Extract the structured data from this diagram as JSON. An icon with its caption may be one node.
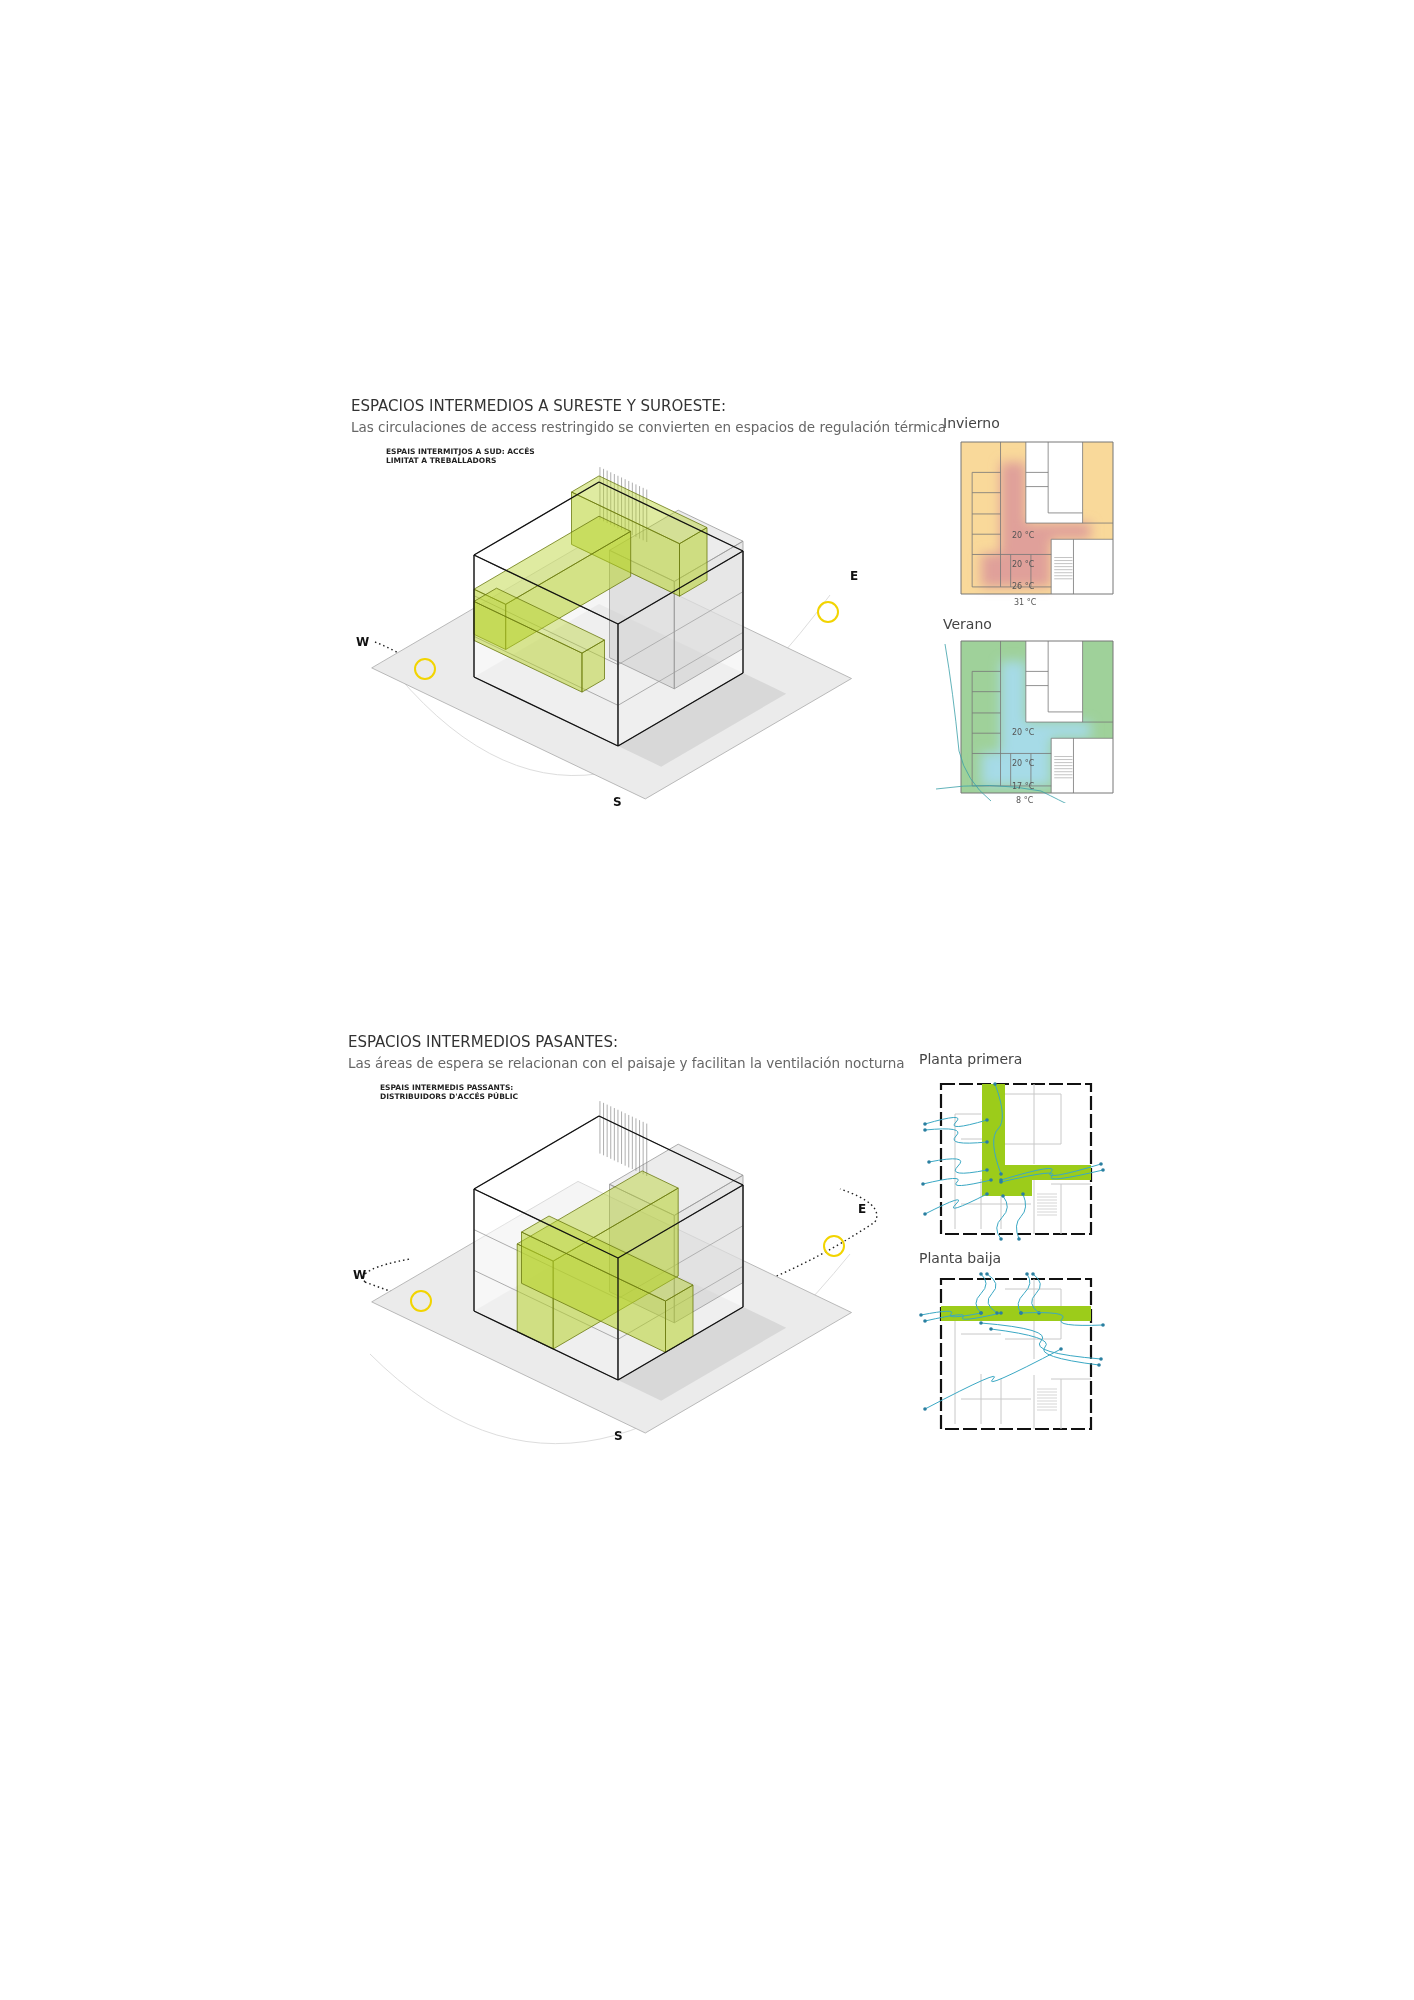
{
  "diagram": {
    "labels": [
      "ESPACIOS INTERMEDIOS A SURESTE Y SUROESTE:",
      "Las circulaciones de access restringido se convierten en espacios de regulación térmica",
      "ESPAIS INTERMITJOS A SUD: ACCÉS LIMITAT A TREBALLADORS",
      "Invierno",
      "20 °C",
      "20 °C",
      "26 °C",
      "31 °C",
      "E",
      "W",
      "Verano",
      "20 °C",
      "20 °C",
      "17 °C",
      "8 °C",
      "S",
      "ESPACIOS INTERMEDIOS PASANTES:",
      "Las áreas de espera se relacionan con el paisaje y facilitan la ventilación nocturna",
      "Planta primera",
      "ESPAIS INTERMEDIS PASSANTS: DISTRIBUIDORS D'ACCÉS PÚBLIC",
      "E",
      "W",
      "Planta baija",
      "S"
    ]
  }
}
